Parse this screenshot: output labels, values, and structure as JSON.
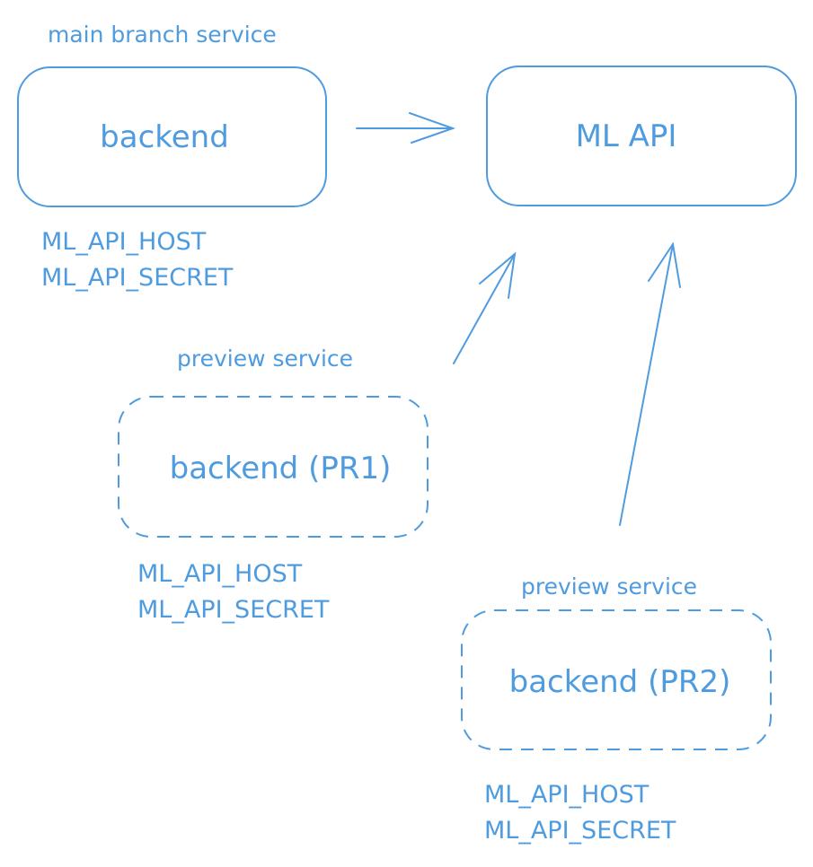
{
  "colors": {
    "stroke": "#4f9bdf",
    "text": "#4f9bdf",
    "background": "#ffffff"
  },
  "main_service": {
    "caption": "main branch service",
    "box_label": "backend",
    "env": [
      "ML_API_HOST",
      "ML_API_SECRET"
    ]
  },
  "ml_api": {
    "box_label": "ML API"
  },
  "preview_1": {
    "caption": "preview service",
    "box_label": "backend (PR1)",
    "env": [
      "ML_API_HOST",
      "ML_API_SECRET"
    ]
  },
  "preview_2": {
    "caption": "preview service",
    "box_label": "backend (PR2)",
    "env": [
      "ML_API_HOST",
      "ML_API_SECRET"
    ]
  }
}
